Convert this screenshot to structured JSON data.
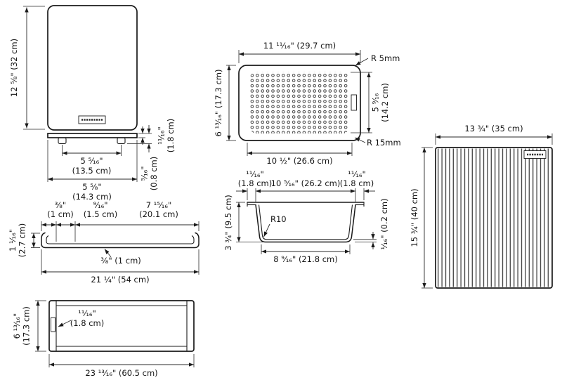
{
  "board_front": {
    "height": "12 ⁵⁄₈\" (32 cm)"
  },
  "board_side": {
    "feet_spacing_in": "5 ⁵⁄₁₆\"",
    "feet_spacing_cm": "(13.5 cm)",
    "width_in": "5 ⁵⁄₈\"",
    "width_cm": "(14.3 cm)",
    "total_height_in": "¹¹⁄₁₆\"",
    "total_height_cm": "(1.8 cm)",
    "thickness_in": "⁵⁄₁₆\"",
    "thickness_cm": "(0.8 cm)"
  },
  "rail": {
    "hook_width_in": "³⁄₈\"",
    "hook_width_cm": "(1 cm)",
    "hook_offset_in": "⁹⁄₁₆\"",
    "hook_offset_cm": "(1.5 cm)",
    "span_in": "7 ¹⁵⁄₁₆\"",
    "span_cm": "(20.1 cm)",
    "height_in": "1 ¹⁄₁₆\"",
    "height_cm": "(2.7 cm)",
    "bar_thickness": "³⁄₈\" (1 cm)",
    "total_length": "21 ¼\" (54 cm)"
  },
  "tray": {
    "frame_in": "¹¹⁄₁₆\"",
    "frame_cm": "(1.8 cm)",
    "depth_in": "6 ¹³⁄₁₆\"",
    "depth_cm": "(17.3 cm)",
    "total_length": "23 ¹³⁄₁₆\" (60.5 cm)"
  },
  "colander_top": {
    "outer_width": "11 ¹¹⁄₁₆\" (29.7 cm)",
    "corner_radius_top": "R 5mm",
    "outer_depth": "6 ¹³⁄₁₆\" (17.3 cm)",
    "perforation_depth_in": "5 ⁹⁄₁₆",
    "perforation_depth_cm": "(14.2 cm)",
    "corner_radius_bottom": "R 15mm",
    "inner_width": "10 ½\" (26.6 cm)"
  },
  "colander_side": {
    "lip_left_in": "¹¹⁄₁₆\"",
    "lip_left_cm": "(1.8 cm)",
    "top_width": "10 ⁵⁄₁₆\" (26.2 cm)",
    "lip_right_in": "¹¹⁄₁₆\"",
    "lip_right_cm": "(1.8 cm)",
    "height": "3 ¾\" (9.5 cm)",
    "inner_radius": "R10",
    "base_gap": "¹⁄₁₆\" (0.2 cm)",
    "base_width": "8 ⁹⁄₁₆\" (21.8 cm)"
  },
  "mat": {
    "width": "13 ¾\" (35 cm)",
    "height": "15 ¾\" (40 cm)"
  }
}
